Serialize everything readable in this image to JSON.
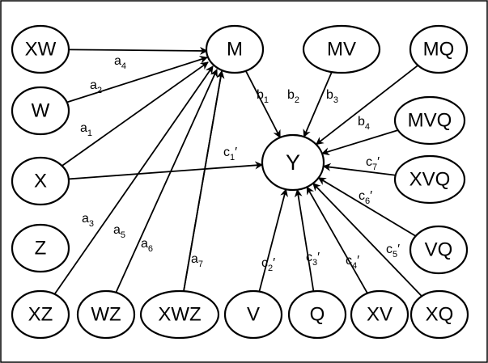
{
  "nodes": {
    "XW": "XW",
    "W": "W",
    "X": "X",
    "Z": "Z",
    "XZ": "XZ",
    "WZ": "WZ",
    "XWZ": "XWZ",
    "M": "M",
    "MV": "MV",
    "MQ": "MQ",
    "MVQ": "MVQ",
    "Y": "Y",
    "XVQ": "XVQ",
    "VQ": "VQ",
    "V": "V",
    "Q": "Q",
    "XV": "XV",
    "XQ": "XQ"
  },
  "paths": {
    "a4": {
      "base": "a",
      "sub": "4",
      "prime": ""
    },
    "a2": {
      "base": "a",
      "sub": "2",
      "prime": ""
    },
    "a1": {
      "base": "a",
      "sub": "1",
      "prime": ""
    },
    "a3": {
      "base": "a",
      "sub": "3",
      "prime": ""
    },
    "a5": {
      "base": "a",
      "sub": "5",
      "prime": ""
    },
    "a6": {
      "base": "a",
      "sub": "6",
      "prime": ""
    },
    "a7": {
      "base": "a",
      "sub": "7",
      "prime": ""
    },
    "b1": {
      "base": "b",
      "sub": "1",
      "prime": ""
    },
    "b2": {
      "base": "b",
      "sub": "2",
      "prime": ""
    },
    "b3": {
      "base": "b",
      "sub": "3",
      "prime": ""
    },
    "b4": {
      "base": "b",
      "sub": "4",
      "prime": ""
    },
    "c1": {
      "base": "c",
      "sub": "1",
      "prime": "′"
    },
    "c2": {
      "base": "c",
      "sub": "2",
      "prime": "′"
    },
    "c3": {
      "base": "c",
      "sub": "3",
      "prime": "′"
    },
    "c4": {
      "base": "c",
      "sub": "4",
      "prime": "′"
    },
    "c5": {
      "base": "c",
      "sub": "5",
      "prime": "′"
    },
    "c6": {
      "base": "c",
      "sub": "6",
      "prime": "′"
    },
    "c7": {
      "base": "c",
      "sub": "7",
      "prime": "′"
    }
  },
  "colors": {
    "stroke": "#000000",
    "background": "#ffffff"
  }
}
